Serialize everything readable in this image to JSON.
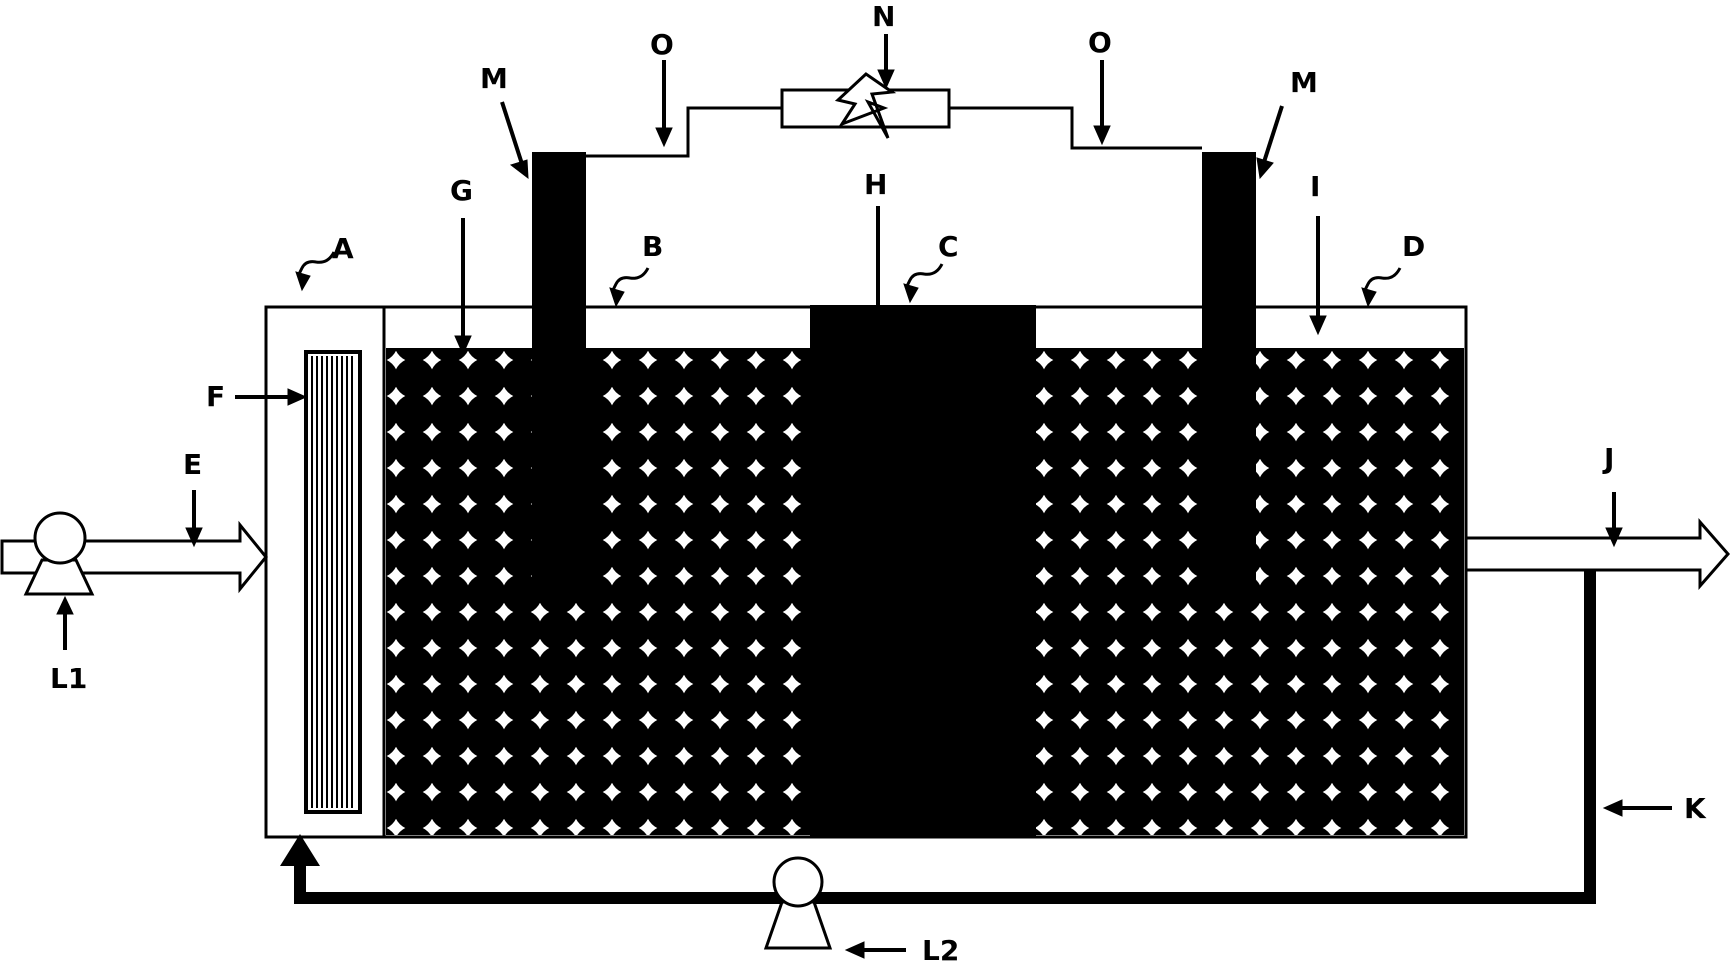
{
  "labels": {
    "A": "A",
    "B": "B",
    "C": "C",
    "D": "D",
    "E": "E",
    "F": "F",
    "G": "G",
    "H": "H",
    "I": "I",
    "J": "J",
    "K": "K",
    "L1": "L1",
    "L2": "L2",
    "M_left": "M",
    "M_right": "M",
    "N": "N",
    "O_left": "O",
    "O_right": "O"
  }
}
